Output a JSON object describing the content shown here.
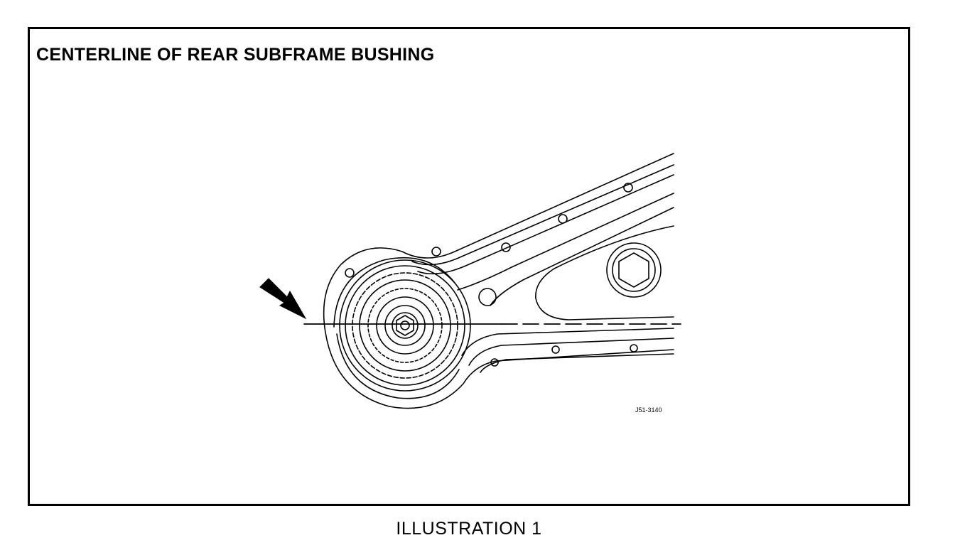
{
  "figure": {
    "heading": "CENTERLINE OF REAR SUBFRAME BUSHING",
    "reference_code": "J51-3140",
    "caption": "ILLUSTRATION 1"
  },
  "colors": {
    "ink": "#000000",
    "paper": "#ffffff"
  }
}
